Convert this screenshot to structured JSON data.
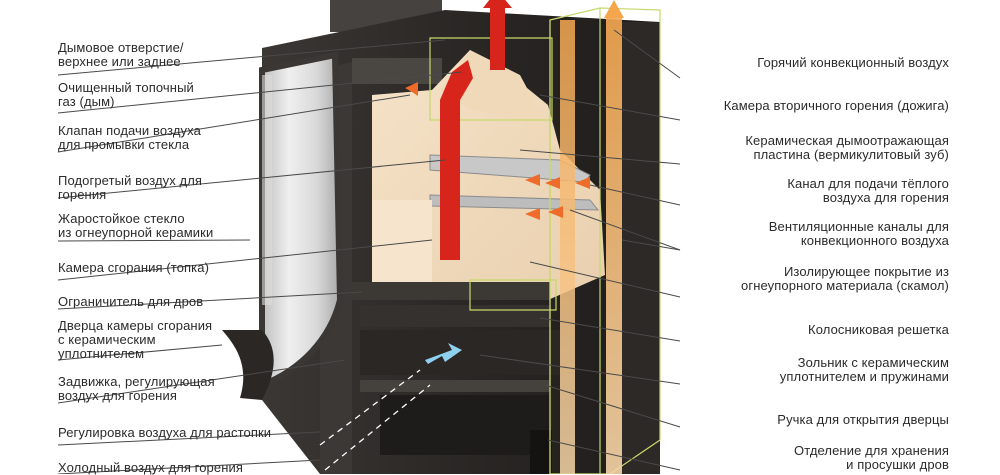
{
  "left_labels": [
    "Дымовое отверстие/\nверхнее или заднее",
    "Очищенный топочный\nгаз (дым)",
    "Клапан подачи воздуха\nдля промывки стекла",
    "Подогретый воздух для\nгорения",
    "Жаростойкое стекло\nиз огнеупорной керамики",
    "Камера сгорания (топка)",
    "Ограничитель для дров",
    "Дверца камеры сгорания\nс керамическим\nуплотнителем",
    "Задвижка, регулирующая\nвоздух для горения",
    "Регулировка воздуха для растопки",
    "Холодный воздух для горения"
  ],
  "right_labels": [
    "Горячий конвекционный воздух",
    "Камера вторичного горения (дожига)",
    "Керамическая дымоотражающая\nпластина (вермикулитовый зуб)",
    "Канал для подачи тёплого\nвоздуха для горения",
    "Вентиляционные каналы для\nконвекционного воздуха",
    "Изолирующее покрытие из\nогнеупорного материала (скамол)",
    "Колосниковая решетка",
    "Зольник с керамическим\nуплотнителем и пружинами",
    "Ручка для открытия дверцы",
    "Отделение для хранения\nи просушки дров"
  ],
  "colors": {
    "stove_body": "#2f2c29",
    "chamber": "#f1dcc0",
    "smoke_arrow": "#d8251c",
    "convection_arrow": "#f4a64c",
    "cold_air": "#8fd0ef",
    "outline": "#c6d96a"
  }
}
